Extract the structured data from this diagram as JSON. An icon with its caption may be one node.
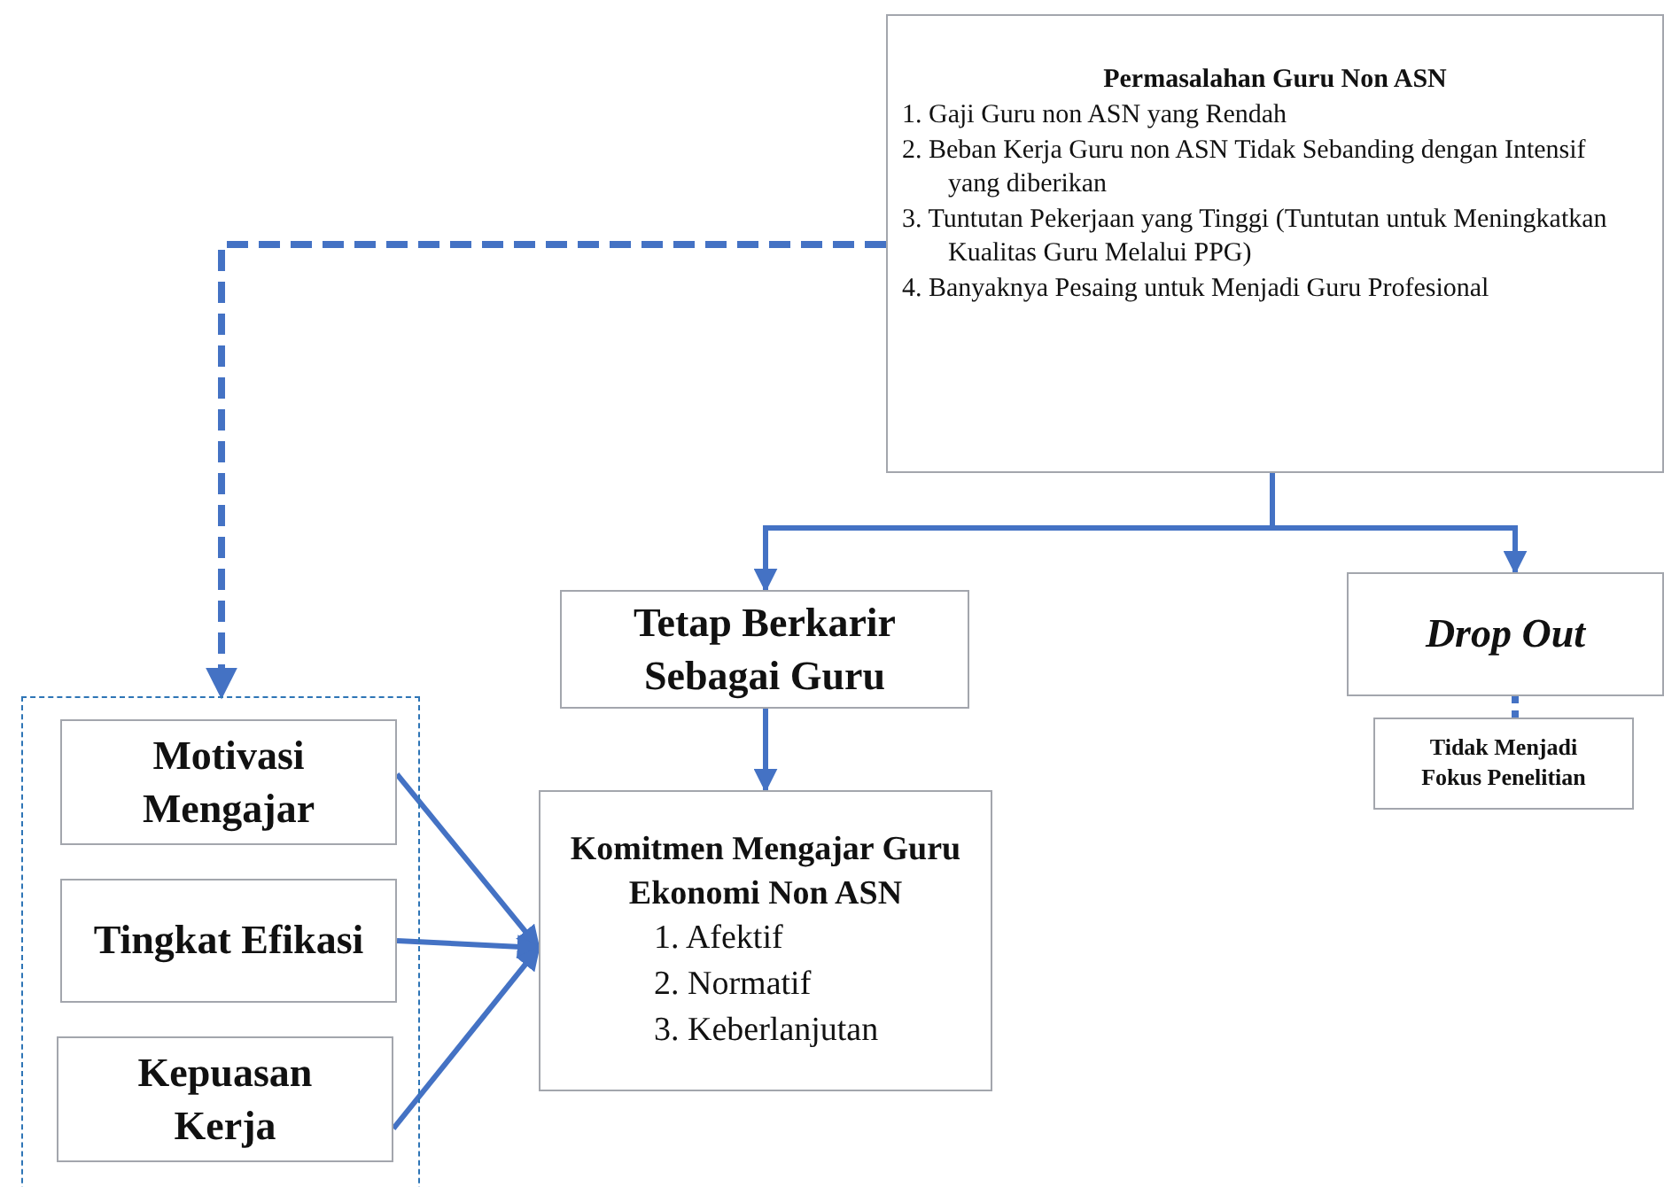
{
  "diagram": {
    "nodes": [
      {
        "text": [
          "Permasalahan Guru Non ASN",
          "1. Gaji Guru non ASN yang Rendah",
          "2. Beban Kerja Guru non ASN Tidak Sebanding dengan Intensif yang diberikan",
          "3. Tuntutan Pekerjaan yang Tinggi (Tuntutan untuk Meningkatkan Kualitas Guru Melalui PPG)",
          "4. Banyaknya Pesaing untuk Menjadi Guru Profesional"
        ]
      },
      {
        "text": [
          "Tetap Berkarir Sebagai Guru"
        ]
      },
      {
        "text": [
          "Drop Out"
        ]
      },
      {
        "text": [
          "Tidak Menjadi Fokus Penelitian"
        ]
      },
      {
        "text": [],
        "shape": "box"
      },
      {
        "text": [
          "Motivasi Mengajar"
        ],
        "in": 4
      },
      {
        "text": [
          "Tingkat Efikasi"
        ],
        "in": 4
      },
      {
        "text": [
          "Kepuasan Kerja"
        ],
        "in": 4
      },
      {
        "text": [
          "Komitmen Mengajar Guru Ekonomi Non ASN",
          "1. Afektif",
          "2. Normatif",
          "3. Keberlanjutan"
        ]
      }
    ],
    "edges": [
      {
        "from": 0,
        "to": 1,
        "arrow": "to"
      },
      {
        "from": 0,
        "to": 2,
        "arrow": "to"
      },
      {
        "from": 2,
        "to": 3,
        "arrow": "none",
        "style": "dashed"
      },
      {
        "from": 0,
        "to": 4,
        "arrow": "to",
        "style": "dashed"
      },
      {
        "from": 1,
        "to": 8,
        "arrow": "to"
      },
      {
        "from": 5,
        "to": 8,
        "arrow": "to"
      },
      {
        "from": 6,
        "to": 8,
        "arrow": "to"
      },
      {
        "from": 7,
        "to": 8,
        "arrow": "to"
      }
    ]
  }
}
